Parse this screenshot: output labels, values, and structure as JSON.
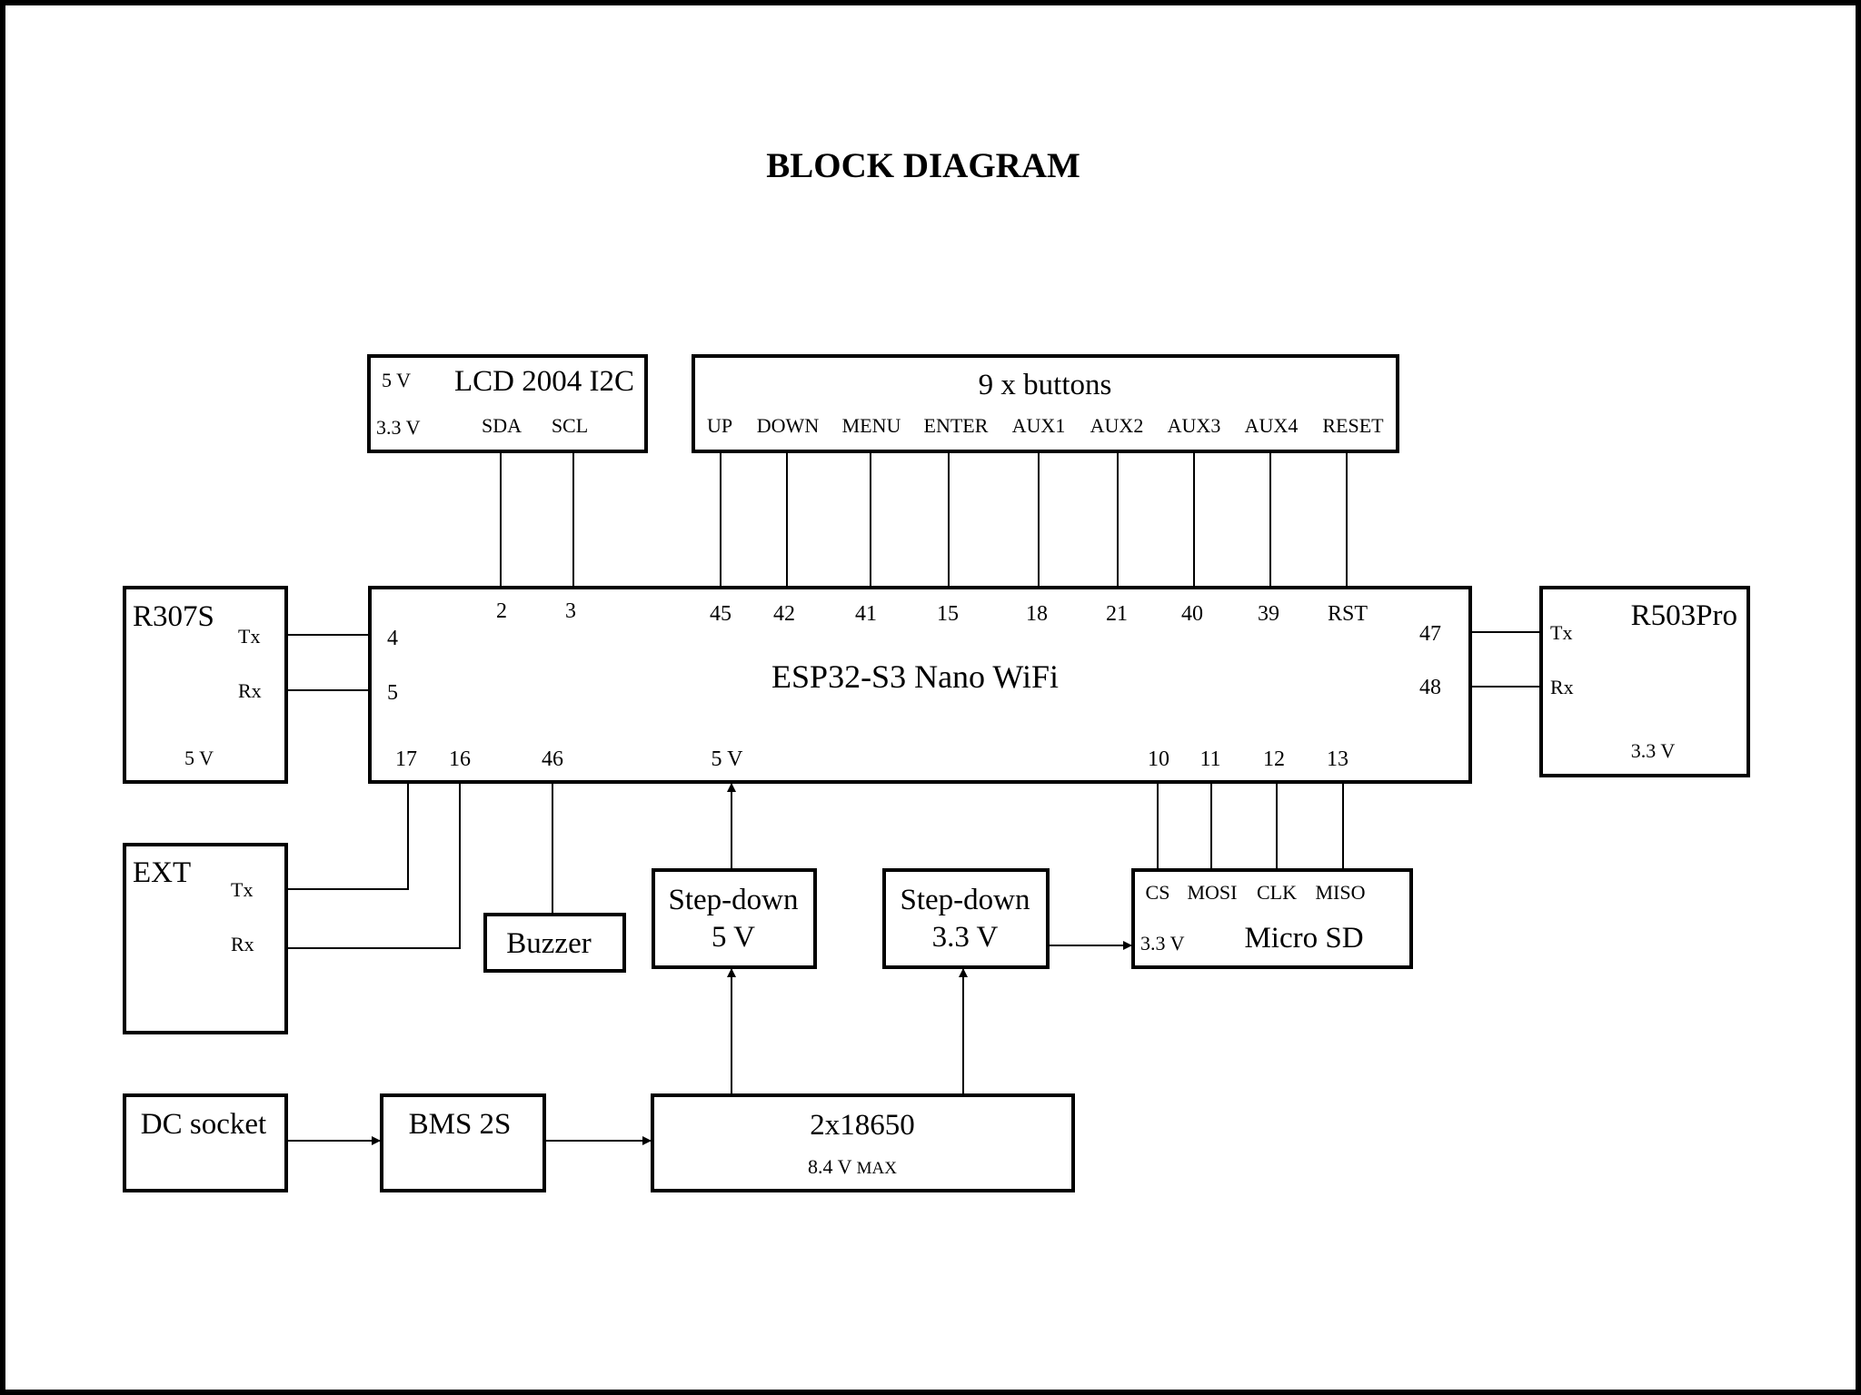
{
  "title": "BLOCK DIAGRAM",
  "colors": {
    "line": "#000000",
    "background": "#ffffff"
  },
  "lcd": {
    "name": "LCD 2004 I2C",
    "v5": "5 V",
    "v33": "3.3 V",
    "sda": "SDA",
    "scl": "SCL"
  },
  "buttons": {
    "title": "9 x buttons",
    "labels": [
      "UP",
      "DOWN",
      "MENU",
      "ENTER",
      "AUX1",
      "AUX2",
      "AUX3",
      "AUX4",
      "RESET"
    ]
  },
  "mcu": {
    "name": "ESP32-S3 Nano WiFi",
    "top_pins": [
      "2",
      "3",
      "45",
      "42",
      "41",
      "15",
      "18",
      "21",
      "40",
      "39",
      "RST"
    ],
    "left_pins": [
      "4",
      "5"
    ],
    "right_pins": [
      "47",
      "48"
    ],
    "bottom_pins": [
      "17",
      "16",
      "46",
      "5 V",
      "10",
      "11",
      "12",
      "13"
    ]
  },
  "r307s": {
    "name": "R307S",
    "tx": "Tx",
    "rx": "Rx",
    "voltage": "5 V"
  },
  "r503pro": {
    "name": "R503Pro",
    "tx": "Tx",
    "rx": "Rx",
    "voltage": "3.3 V"
  },
  "ext": {
    "name": "EXT",
    "tx": "Tx",
    "rx": "Rx"
  },
  "buzzer": {
    "name": "Buzzer"
  },
  "stepdown5": {
    "line1": "Step-down",
    "line2": "5 V"
  },
  "stepdown33": {
    "line1": "Step-down",
    "line2": "3.3 V"
  },
  "microsd": {
    "name": "Micro SD",
    "cs": "CS",
    "mosi": "MOSI",
    "clk": "CLK",
    "miso": "MISO",
    "voltage": "3.3 V"
  },
  "dc_socket": {
    "name": "DC socket"
  },
  "bms": {
    "name": "BMS 2S"
  },
  "battery": {
    "name": "2x18650",
    "note": "8.4 V",
    "note_unit": "MAX"
  }
}
